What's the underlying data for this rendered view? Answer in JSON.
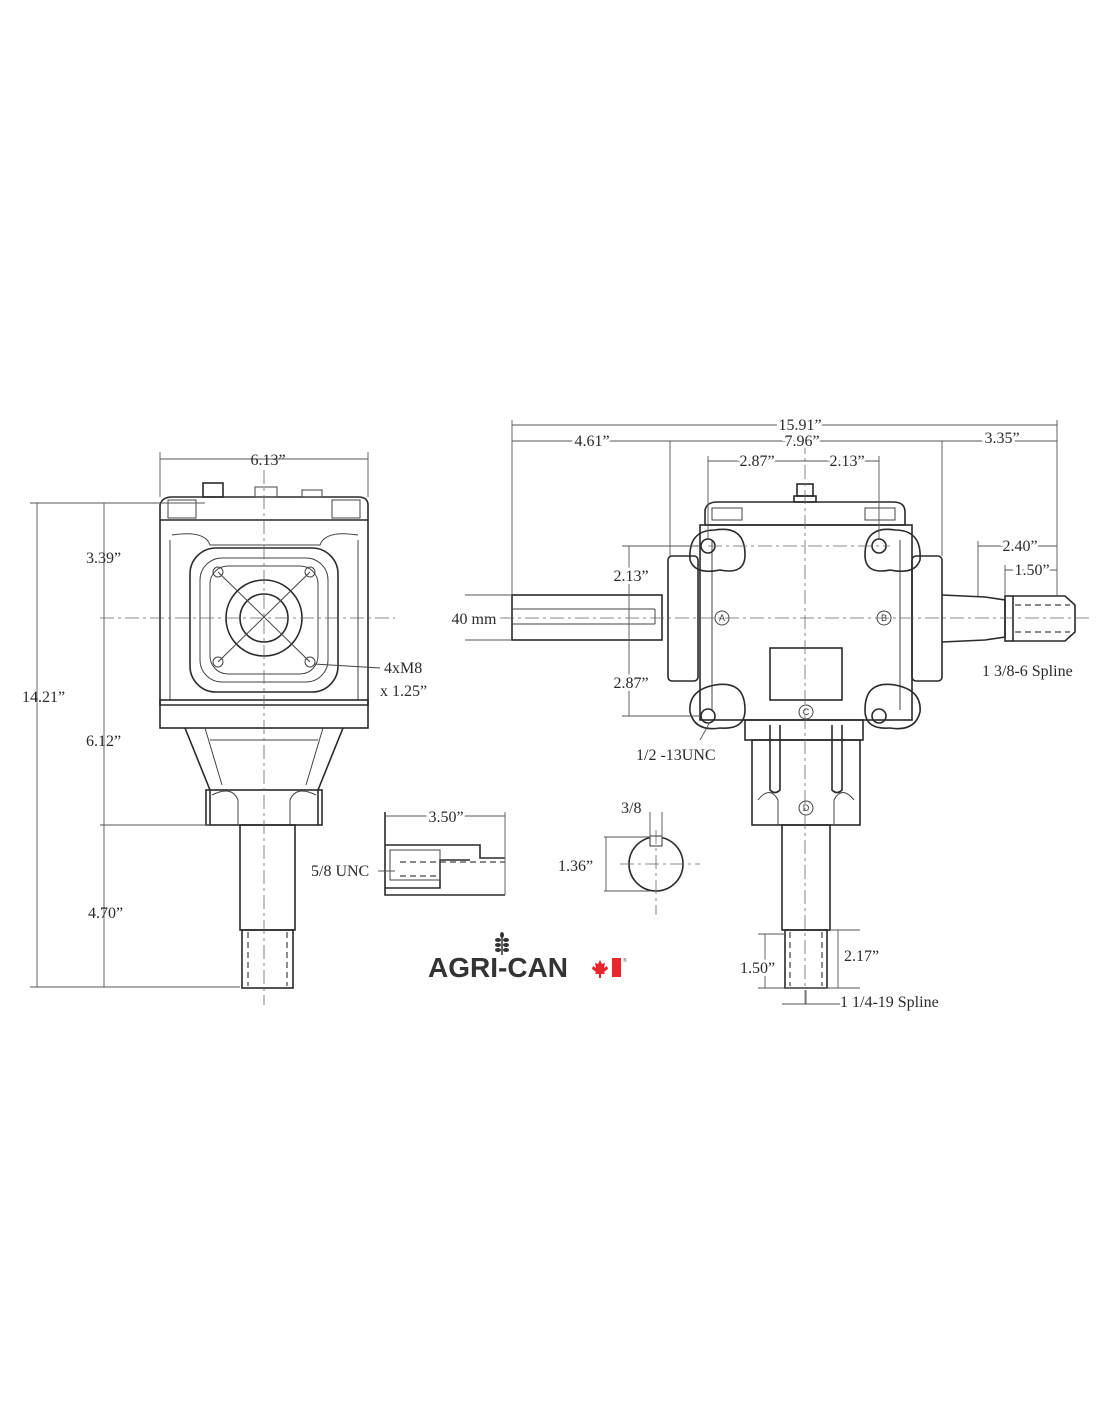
{
  "left_view": {
    "width_dim": "6.13”",
    "overall_height_dim": "14.21”",
    "upper_dim": "3.39”",
    "middle_dim": "6.12”",
    "lower_dim": "4.70”",
    "bolt_note_line1": "4xM8",
    "bolt_note_line2": "x 1.25”"
  },
  "section_detail": {
    "depth_dim": "3.50”",
    "thread_note": "5/8 UNC"
  },
  "shaft_section": {
    "key_dim": "3/8",
    "diameter_dim": "1.36”"
  },
  "logo": {
    "text": "AGRI-CAN",
    "registered": "®",
    "colors": {
      "text": "#333333",
      "accent": "#e8262c"
    }
  },
  "right_view": {
    "overall_width_dim": "15.91”",
    "input_length_dim": "4.61”",
    "body_width_dim": "7.96”",
    "output_length_dim": "3.35”",
    "left_hole_dim": "2.87”",
    "right_hole_dim": "2.13”",
    "spline_length_dim": "2.40”",
    "spline_engaged_dim": "1.50”",
    "upper_hole_dim": "2.13”",
    "lower_hole_dim": "2.87”",
    "input_shaft_dim": "40 mm",
    "output_spline_note": "1 3/8-6 Spline",
    "mount_thread_note": "1/2 -13UNC",
    "bottom_length_dim": "2.17”",
    "bottom_spline_dim": "1.50”",
    "bottom_spline_note": "1 1/4-19 Spline",
    "markers": [
      "A",
      "B",
      "C",
      "D"
    ]
  }
}
